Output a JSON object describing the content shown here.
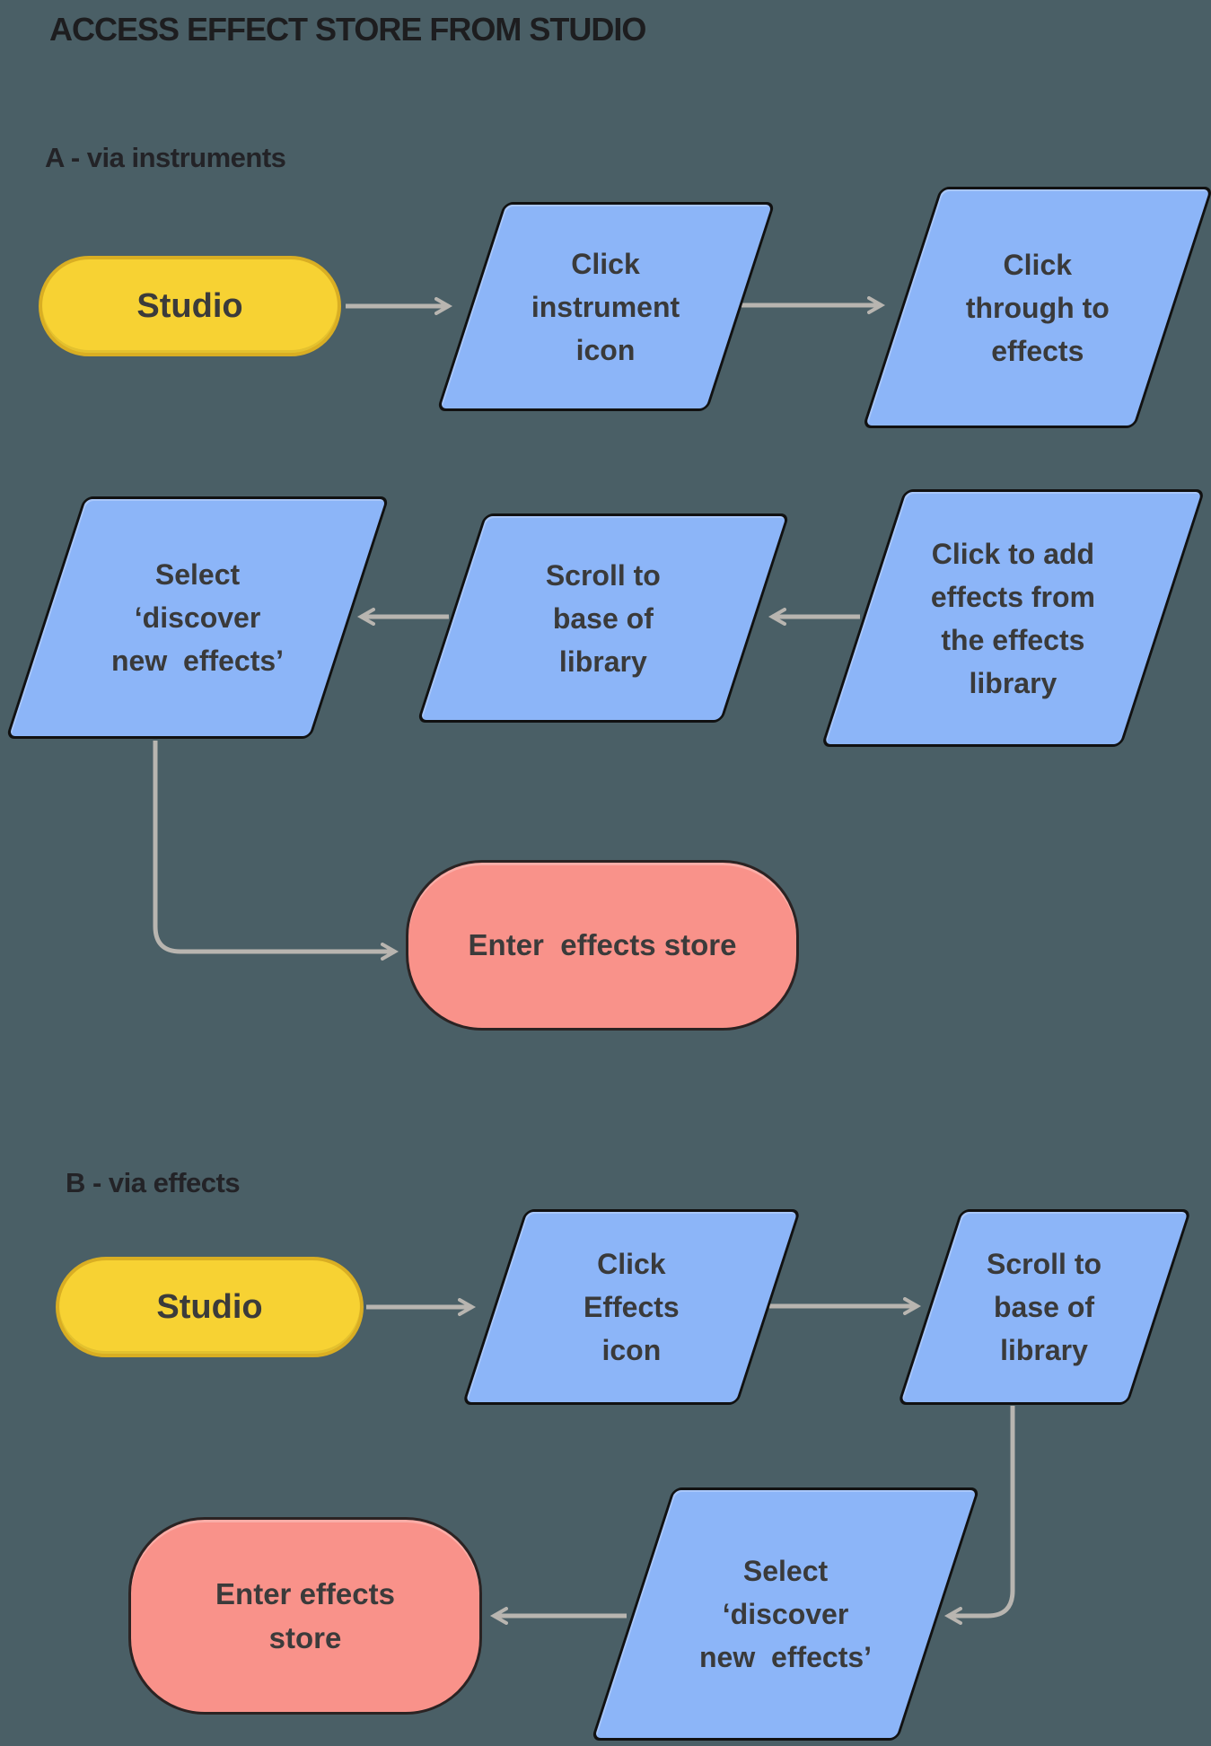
{
  "title": "ACCESS EFFECT STORE FROM STUDIO",
  "colors": {
    "background": "#4a5f66",
    "node_blue": "#8cb5f8",
    "node_yellow": "#f7d233",
    "node_yellow_border": "#d9ae23",
    "node_pink": "#f9928a",
    "node_border_dark": "#111111",
    "connector_gray": "#b8b5b0",
    "label_text": "#3a3a3a"
  },
  "sections": [
    {
      "id": "A",
      "heading": "A - via instruments",
      "nodes": [
        {
          "id": "a-start",
          "type": "terminator-start",
          "label": "Studio"
        },
        {
          "id": "a-step-1",
          "type": "process",
          "label": "Click\ninstrument\nicon"
        },
        {
          "id": "a-step-2",
          "type": "process",
          "label": "Click\nthrough to\neffects"
        },
        {
          "id": "a-step-3",
          "type": "process",
          "label": "Click to add\neffects from\nthe effects\nlibrary"
        },
        {
          "id": "a-step-4",
          "type": "process",
          "label": "Scroll to\nbase of\nlibrary"
        },
        {
          "id": "a-step-5",
          "type": "process",
          "label": "Select\n‘discover\nnew  effects’"
        },
        {
          "id": "a-end",
          "type": "terminator-end",
          "label": "Enter  effects store"
        }
      ],
      "flow": [
        "Studio",
        "Click instrument icon",
        "Click through to effects",
        "Click to add effects from the effects library",
        "Scroll to base of library",
        "Select ‘discover new effects’",
        "Enter effects store"
      ]
    },
    {
      "id": "B",
      "heading": "B - via effects",
      "nodes": [
        {
          "id": "b-start",
          "type": "terminator-start",
          "label": "Studio"
        },
        {
          "id": "b-step-1",
          "type": "process",
          "label": "Click\nEffects\nicon"
        },
        {
          "id": "b-step-2",
          "type": "process",
          "label": "Scroll to\nbase of\nlibrary"
        },
        {
          "id": "b-step-3",
          "type": "process",
          "label": "Select\n‘discover\nnew  effects’"
        },
        {
          "id": "b-end",
          "type": "terminator-end",
          "label": "Enter effects\nstore"
        }
      ],
      "flow": [
        "Studio",
        "Click Effects icon",
        "Scroll to base of library",
        "Select ‘discover new effects’",
        "Enter effects store"
      ]
    }
  ]
}
